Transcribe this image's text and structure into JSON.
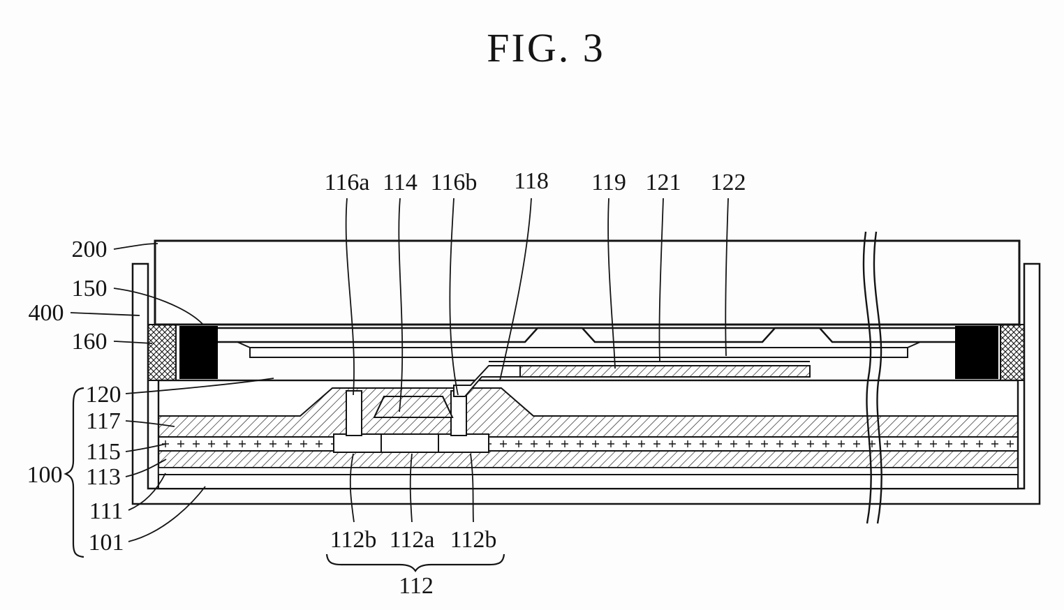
{
  "figure": {
    "title": "FIG. 3",
    "labels": {
      "l116a": "116a",
      "l114": "114",
      "l116b": "116b",
      "l118": "118",
      "l119": "119",
      "l121": "121",
      "l122": "122",
      "l200": "200",
      "l150": "150",
      "l400": "400",
      "l160": "160",
      "l120": "120",
      "l117": "117",
      "l115": "115",
      "l113": "113",
      "l111": "111",
      "l101": "101",
      "l100": "100",
      "l112b_left": "112b",
      "l112a": "112a",
      "l112b_right": "112b",
      "l112": "112"
    },
    "colors": {
      "ink": "#141414",
      "background": "#fdfdfd",
      "solid_fill": "#000000"
    }
  }
}
